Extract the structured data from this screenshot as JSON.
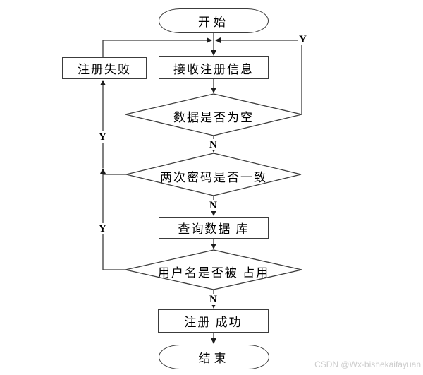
{
  "diagram": {
    "type": "flowchart",
    "topic": "user-registration-flow",
    "colors": {
      "background": "#ffffff",
      "line": "#3c3c3c",
      "text": "#000000",
      "watermark": "#cccccc"
    },
    "nodes": {
      "start": {
        "label": "开始",
        "shape": "terminator"
      },
      "receive_info": {
        "label": "接收注册信息",
        "shape": "process"
      },
      "register_fail": {
        "label": "注册失败",
        "shape": "process"
      },
      "data_empty": {
        "label": "数据是否为空",
        "shape": "decision"
      },
      "passwords_match": {
        "label": "两次密码是否一致",
        "shape": "decision"
      },
      "query_db": {
        "label": "查询数据 库",
        "shape": "process"
      },
      "username_taken": {
        "label": "用户名是否被 占用",
        "shape": "decision"
      },
      "register_success": {
        "label": "注册 成功",
        "shape": "process"
      },
      "end": {
        "label": "结束",
        "shape": "terminator"
      }
    },
    "edge_labels": {
      "data_empty_yes": "Y",
      "passwords_match_yes": "Y",
      "username_taken_yes": "Y",
      "data_empty_no": "N",
      "passwords_match_no": "N",
      "username_taken_no": "N"
    },
    "watermark": "CSDN @Wx-bishekaifayuan"
  }
}
